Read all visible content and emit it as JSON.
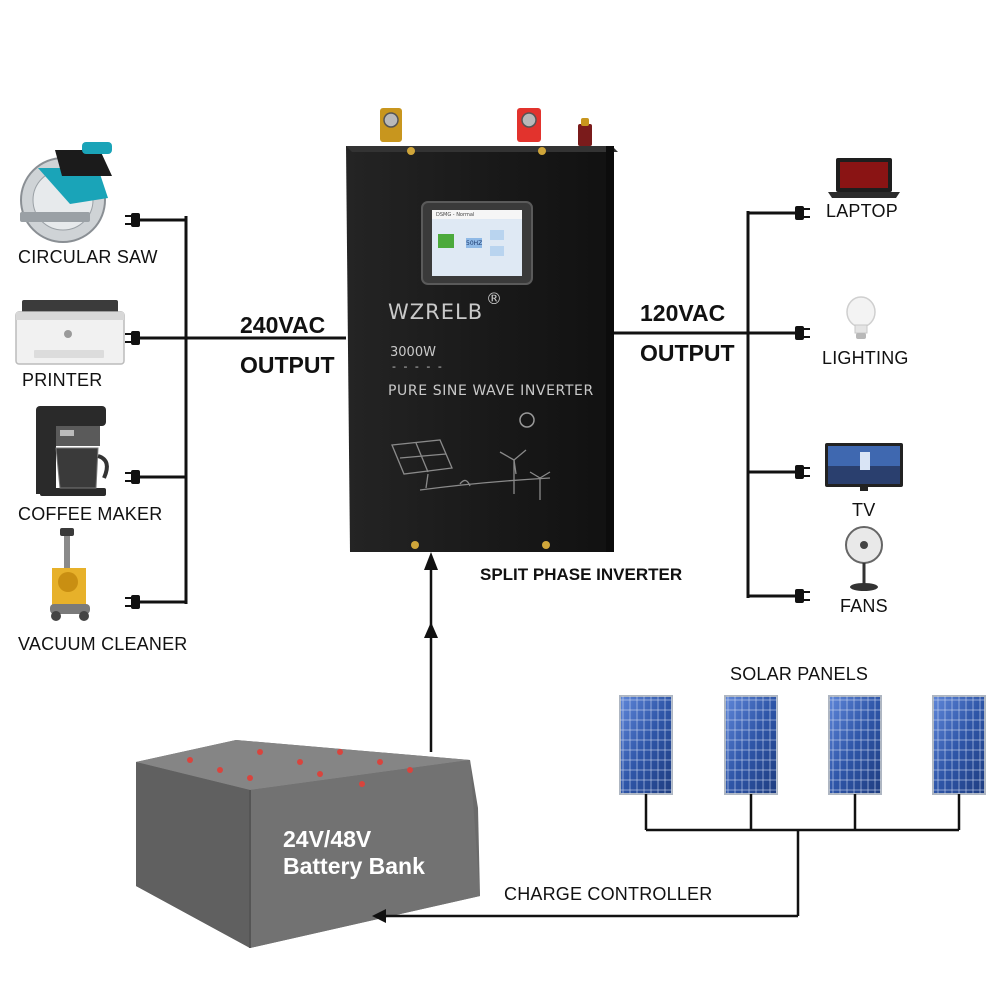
{
  "loads_240": {
    "output_voltage": "240VAC",
    "output_word": "OUTPUT",
    "items": [
      {
        "label": "CIRCULAR SAW"
      },
      {
        "label": "PRINTER"
      },
      {
        "label": "COFFEE MAKER"
      },
      {
        "label": "VACUUM CLEANER"
      }
    ]
  },
  "loads_120": {
    "output_voltage": "120VAC",
    "output_word": "OUTPUT",
    "items": [
      {
        "label": "LAPTOP"
      },
      {
        "label": "LIGHTING"
      },
      {
        "label": "TV"
      },
      {
        "label": "FANS"
      }
    ]
  },
  "inverter": {
    "brand": "WZRELB",
    "trademark": "®",
    "power": "3000W",
    "dashes": "- - - - -",
    "description": "PURE SINE WAVE INVERTER",
    "caption": "SPLIT PHASE INVERTER",
    "screen_title": "DSMG - Normal",
    "screen_value": "50HZ"
  },
  "battery": {
    "line1": "24V/48V",
    "line2": "Battery Bank"
  },
  "solar": {
    "label": "SOLAR PANELS",
    "panel_count": 4
  },
  "charge_controller": {
    "label": "CHARGE CONTROLLER"
  },
  "colors": {
    "wire": "#111111",
    "inverter_body": "#1b1b1b",
    "battery_body": "#6d6d6d",
    "panel_cell": "#2b4f9c"
  }
}
